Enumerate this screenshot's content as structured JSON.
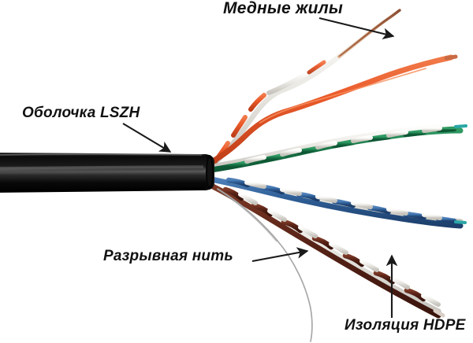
{
  "diagram": {
    "subject": "UTP cable cutaway",
    "background_color": "#ffffff",
    "labels": {
      "copper_conductors": "Медные жилы",
      "lszh_jacket": "Оболочка LSZH",
      "ripcord": "Разрывная нить",
      "hdpe_insulation": "Изоляция HDPE"
    },
    "colors": {
      "jacket": "#0c0c0c",
      "jacket_highlight": "#4a4a4a",
      "orange": "#e8562a",
      "green": "#1a7a4a",
      "blue": "#2f5f97",
      "brown": "#5a2418",
      "white_stripe": "#e9e7e2",
      "copper": "#c98e68",
      "ripcord": "#9a9a9a",
      "arrow": "#1a1a1a",
      "text": "#111111"
    },
    "pairs": [
      {
        "name": "orange-pair",
        "color_label": "orange"
      },
      {
        "name": "green-pair",
        "color_label": "green"
      },
      {
        "name": "blue-pair",
        "color_label": "blue"
      },
      {
        "name": "brown-pair",
        "color_label": "brown"
      }
    ]
  }
}
